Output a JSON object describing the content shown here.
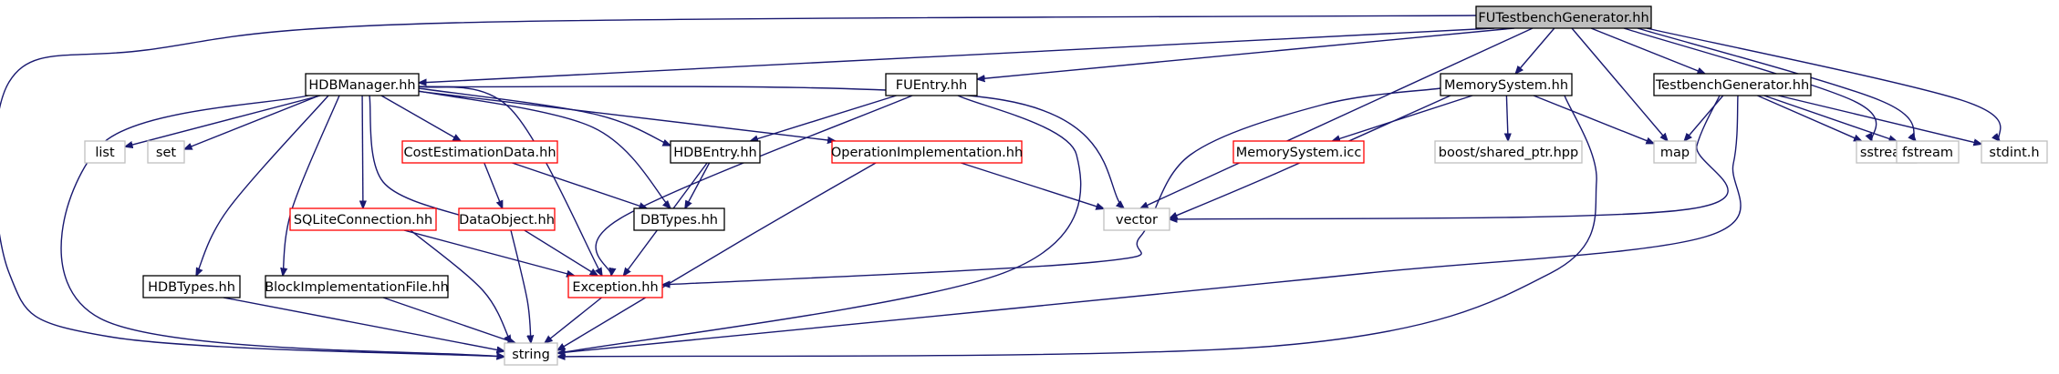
{
  "colors": {
    "edge": "#191970",
    "root_fill": "#bfbfbf",
    "border_documented": "#000000",
    "border_incomplete": "#ff0000",
    "border_external": "#bfbfbf"
  },
  "nodes": [
    {
      "id": "root",
      "label": "FUTestbenchGenerator.hh",
      "kind": "root"
    },
    {
      "id": "hdbmanager",
      "label": "HDBManager.hh",
      "kind": "documented"
    },
    {
      "id": "fuentry",
      "label": "FUEntry.hh",
      "kind": "documented"
    },
    {
      "id": "memorysystem",
      "label": "MemorySystem.hh",
      "kind": "documented"
    },
    {
      "id": "testbenchgen",
      "label": "TestbenchGenerator.hh",
      "kind": "documented"
    },
    {
      "id": "list",
      "label": "list",
      "kind": "external"
    },
    {
      "id": "set",
      "label": "set",
      "kind": "external"
    },
    {
      "id": "costest",
      "label": "CostEstimationData.hh",
      "kind": "incomplete"
    },
    {
      "id": "hdbentry",
      "label": "HDBEntry.hh",
      "kind": "documented"
    },
    {
      "id": "opimpl",
      "label": "OperationImplementation.hh",
      "kind": "incomplete"
    },
    {
      "id": "memicc",
      "label": "MemorySystem.icc",
      "kind": "incomplete"
    },
    {
      "id": "boostsp",
      "label": "boost/shared_ptr.hpp",
      "kind": "external"
    },
    {
      "id": "map",
      "label": "map",
      "kind": "external"
    },
    {
      "id": "sstream",
      "label": "sstream",
      "kind": "external"
    },
    {
      "id": "fstream",
      "label": "fstream",
      "kind": "external"
    },
    {
      "id": "stdint",
      "label": "stdint.h",
      "kind": "external"
    },
    {
      "id": "sqlite",
      "label": "SQLiteConnection.hh",
      "kind": "incomplete"
    },
    {
      "id": "dataobject",
      "label": "DataObject.hh",
      "kind": "incomplete"
    },
    {
      "id": "dbtypes",
      "label": "DBTypes.hh",
      "kind": "documented"
    },
    {
      "id": "vector",
      "label": "vector",
      "kind": "external"
    },
    {
      "id": "hdbtypes",
      "label": "HDBTypes.hh",
      "kind": "documented"
    },
    {
      "id": "blockimpl",
      "label": "BlockImplementationFile.hh",
      "kind": "documented"
    },
    {
      "id": "exception",
      "label": "Exception.hh",
      "kind": "incomplete"
    },
    {
      "id": "string",
      "label": "string",
      "kind": "external"
    }
  ],
  "edges": [
    [
      "root",
      "string"
    ],
    [
      "root",
      "hdbmanager"
    ],
    [
      "root",
      "fuentry"
    ],
    [
      "root",
      "memorysystem"
    ],
    [
      "root",
      "testbenchgen"
    ],
    [
      "root",
      "vector"
    ],
    [
      "root",
      "map"
    ],
    [
      "root",
      "sstream"
    ],
    [
      "root",
      "fstream"
    ],
    [
      "root",
      "stdint"
    ],
    [
      "hdbmanager",
      "list"
    ],
    [
      "hdbmanager",
      "set"
    ],
    [
      "hdbmanager",
      "string"
    ],
    [
      "hdbmanager",
      "hdbtypes"
    ],
    [
      "hdbmanager",
      "blockimpl"
    ],
    [
      "hdbmanager",
      "sqlite"
    ],
    [
      "hdbmanager",
      "dataobject"
    ],
    [
      "hdbmanager",
      "costest"
    ],
    [
      "hdbmanager",
      "exception"
    ],
    [
      "hdbmanager",
      "dbtypes"
    ],
    [
      "hdbmanager",
      "opimpl"
    ],
    [
      "hdbmanager",
      "vector"
    ],
    [
      "hdbmanager",
      "hdbentry"
    ],
    [
      "fuentry",
      "hdbentry"
    ],
    [
      "fuentry",
      "exception"
    ],
    [
      "fuentry",
      "string"
    ],
    [
      "memorysystem",
      "memicc"
    ],
    [
      "memorysystem",
      "boostsp"
    ],
    [
      "memorysystem",
      "map"
    ],
    [
      "memorysystem",
      "vector"
    ],
    [
      "memorysystem",
      "exception"
    ],
    [
      "memorysystem",
      "string"
    ],
    [
      "testbenchgen",
      "map"
    ],
    [
      "testbenchgen",
      "sstream"
    ],
    [
      "testbenchgen",
      "fstream"
    ],
    [
      "testbenchgen",
      "stdint"
    ],
    [
      "testbenchgen",
      "vector"
    ],
    [
      "testbenchgen",
      "string"
    ],
    [
      "costest",
      "dataobject"
    ],
    [
      "costest",
      "dbtypes"
    ],
    [
      "hdbentry",
      "dbtypes"
    ],
    [
      "hdbentry",
      "exception"
    ],
    [
      "opimpl",
      "vector"
    ],
    [
      "opimpl",
      "string"
    ],
    [
      "sqlite",
      "exception"
    ],
    [
      "sqlite",
      "string"
    ],
    [
      "dataobject",
      "exception"
    ],
    [
      "dataobject",
      "string"
    ],
    [
      "hdbtypes",
      "string"
    ],
    [
      "blockimpl",
      "string"
    ],
    [
      "exception",
      "string"
    ]
  ]
}
